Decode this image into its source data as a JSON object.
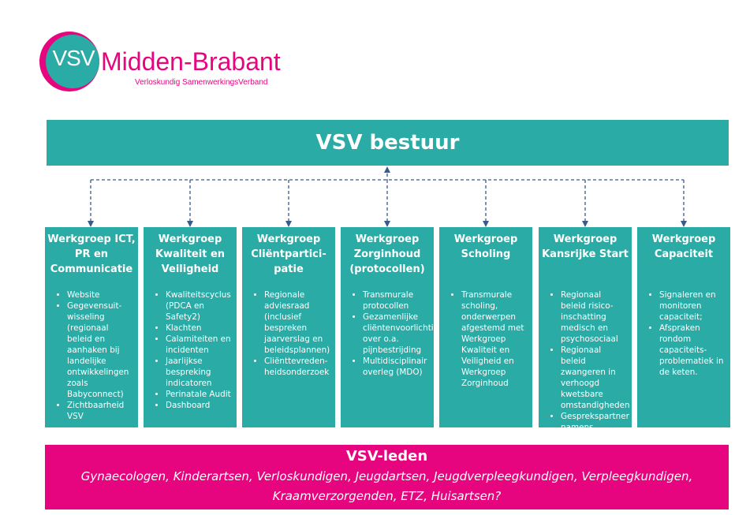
{
  "logo": {
    "abbr": "VSV",
    "name": "Midden-Brabant",
    "subtitle": "Verloskundig SamenwerkingsVerband",
    "colors": {
      "pink": "#e6057f",
      "teal": "#2aaba5"
    }
  },
  "board": {
    "title": "VSV bestuur",
    "color": "#2aaba5"
  },
  "groups": [
    {
      "title": "Werkgroep ICT, PR en Communicatie",
      "items": [
        "Website",
        "Gegevensuit-wisseling (regionaal beleid en aanhaken bij landelijke ontwikkelingen zoals Babyconnect)",
        "Zichtbaarheid VSV"
      ]
    },
    {
      "title": "Werkgroep Kwaliteit en Veiligheid",
      "items": [
        "Kwaliteitscyclus (PDCA en Safety2)",
        "Klachten",
        "Calamiteiten en incidenten",
        "Jaarlijkse bespreking indicatoren",
        "Perinatale Audit",
        "Dashboard"
      ]
    },
    {
      "title": "Werkgroep Cliëntpartici-patie",
      "items": [
        "Regionale adviesraad (inclusief bespreken jaarverslag en beleidsplannen)",
        "Cliënttevreden-heidsonderzoek"
      ]
    },
    {
      "title": "Werkgroep Zorginhoud (protocollen)",
      "items": [
        "Transmurale protocollen",
        "Gezamenlijke cliëntenvoorlichting over o.a. pijnbestrijding",
        "Multidisciplinair overleg (MDO)"
      ]
    },
    {
      "title": "Werkgroep Scholing",
      "items": [
        "Transmurale scholing, onderwerpen afgestemd met Werkgroep Kwaliteit en Veiligheid en Werkgroep Zorginhoud"
      ]
    },
    {
      "title": "Werkgroep Kansrijke Start",
      "items": [
        "Regionaal beleid risico-inschatting medisch en psychosociaal",
        "Regionaal beleid zwangeren in verhoogd kwetsbare omstandigheden",
        "Gesprekspartner namens medisch domein"
      ]
    },
    {
      "title": "Werkgroep Capaciteit",
      "items": [
        "Signaleren en monitoren capaciteit;",
        "Afspraken rondom capaciteits-problematiek in de keten."
      ]
    }
  ],
  "members": {
    "title": "VSV-leden",
    "list": "Gynaecologen, Kinderartsen, Verloskundigen, Jeugdartsen, Jeugdverpleegkundigen, Verpleegkundigen, Kraamverzorgenden, ETZ, Huisartsen?",
    "color": "#e6057f"
  },
  "connector_color": "#3a5a8a"
}
